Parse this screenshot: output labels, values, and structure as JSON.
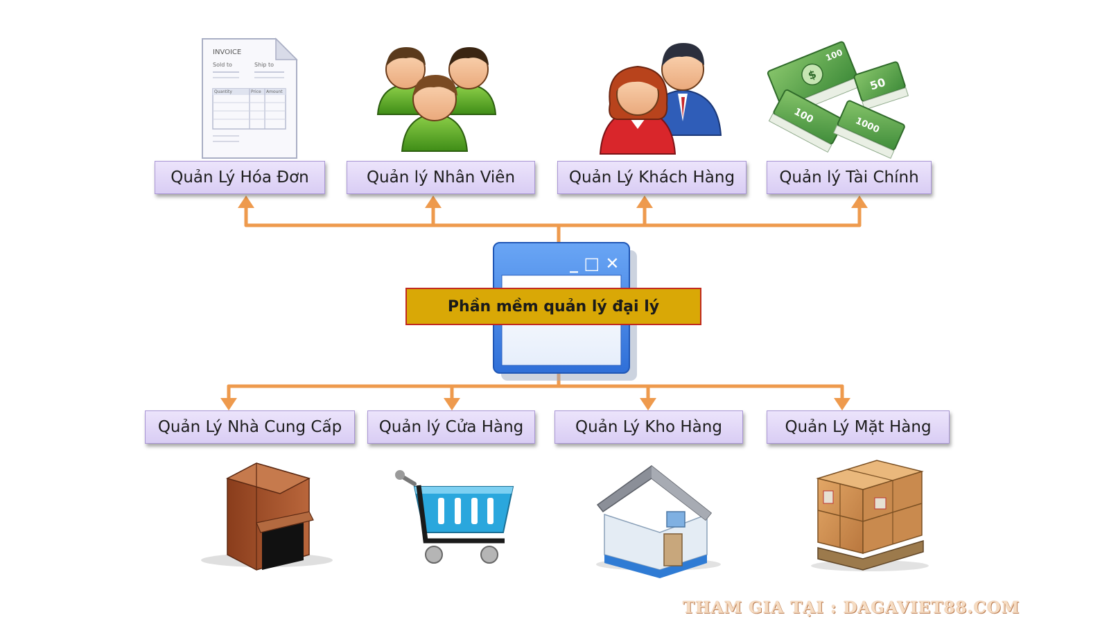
{
  "diagram": {
    "center_label": "Phần mềm quản lý đại lý",
    "top_modules": [
      {
        "label": "Quản Lý Hóa Đơn",
        "icon": "invoice-icon"
      },
      {
        "label": "Quản lý Nhân Viên",
        "icon": "employees-icon"
      },
      {
        "label": "Quản Lý Khách Hàng",
        "icon": "customers-icon"
      },
      {
        "label": "Quản lý Tài Chính",
        "icon": "money-icon"
      }
    ],
    "bottom_modules": [
      {
        "label": "Quản Lý Nhà Cung Cấp",
        "icon": "supplier-warehouse-icon"
      },
      {
        "label": "Quản lý Cửa Hàng",
        "icon": "shopping-cart-icon"
      },
      {
        "label": "Quản Lý Kho Hàng",
        "icon": "house-icon"
      },
      {
        "label": "Quản Lý Mặt Hàng",
        "icon": "boxes-pallet-icon"
      }
    ],
    "invoice": {
      "title": "INVOICE",
      "sold_to": "Sold to",
      "ship_to": "Ship to",
      "col_quantity": "Quantity",
      "col_price": "Price",
      "col_amount": "Amount"
    },
    "window_controls": "_ □ ✕"
  },
  "watermark": "THAM GIA TẠI : DAGAVIET88.COM",
  "colors": {
    "connector": "#ee9a4d",
    "module_fill": "#e3dbf8",
    "module_border": "#a895d4",
    "center_fill": "#d9a806",
    "center_border": "#c0291f",
    "window_frame": "#3f82e8"
  }
}
